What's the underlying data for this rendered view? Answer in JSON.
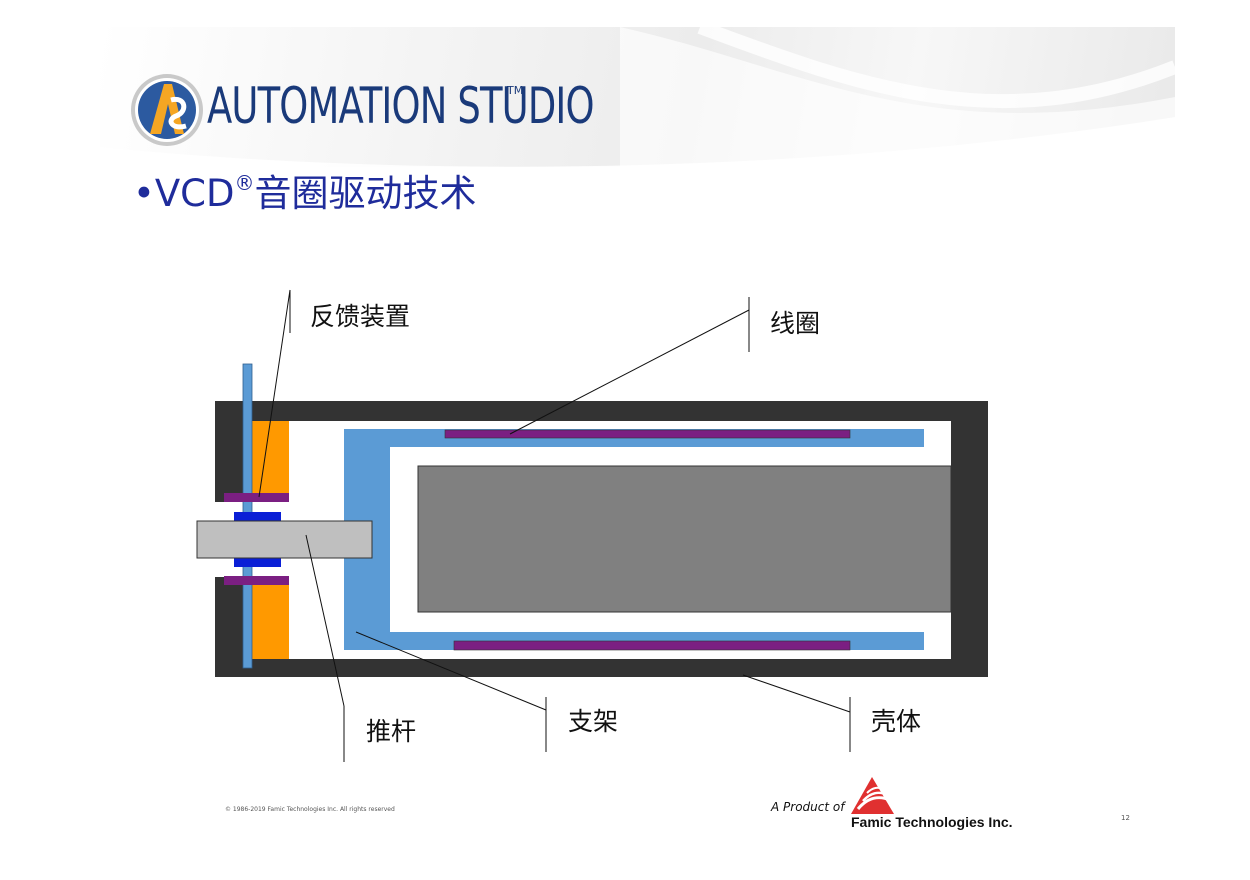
{
  "header": {
    "brand": "AUTOMATION STUDIO",
    "trademark": "TM",
    "title_prefix": "•VCD",
    "title_registered": "®",
    "title_cn": "音圈驱动技术"
  },
  "diagram": {
    "labels": {
      "feedback": "反馈装置",
      "coil": "线圈",
      "pushrod": "推杆",
      "bracket": "支架",
      "housing": "壳体"
    },
    "colors": {
      "housing": "#333333",
      "core": "#808080",
      "bracket": "#5b9bd5",
      "coil": "#7b1f82",
      "rod": "#bfbfbf",
      "bearing": "#0a1fd6",
      "magnet": "#ff9900",
      "brand_blue": "#1a3a7a",
      "famic_red": "#e03030"
    }
  },
  "footer": {
    "copyright": "© 1986-2019 Famic Technologies Inc. All rights reserved",
    "product_of": "A Product of",
    "company": "Famic Technologies Inc.",
    "page": "12"
  }
}
